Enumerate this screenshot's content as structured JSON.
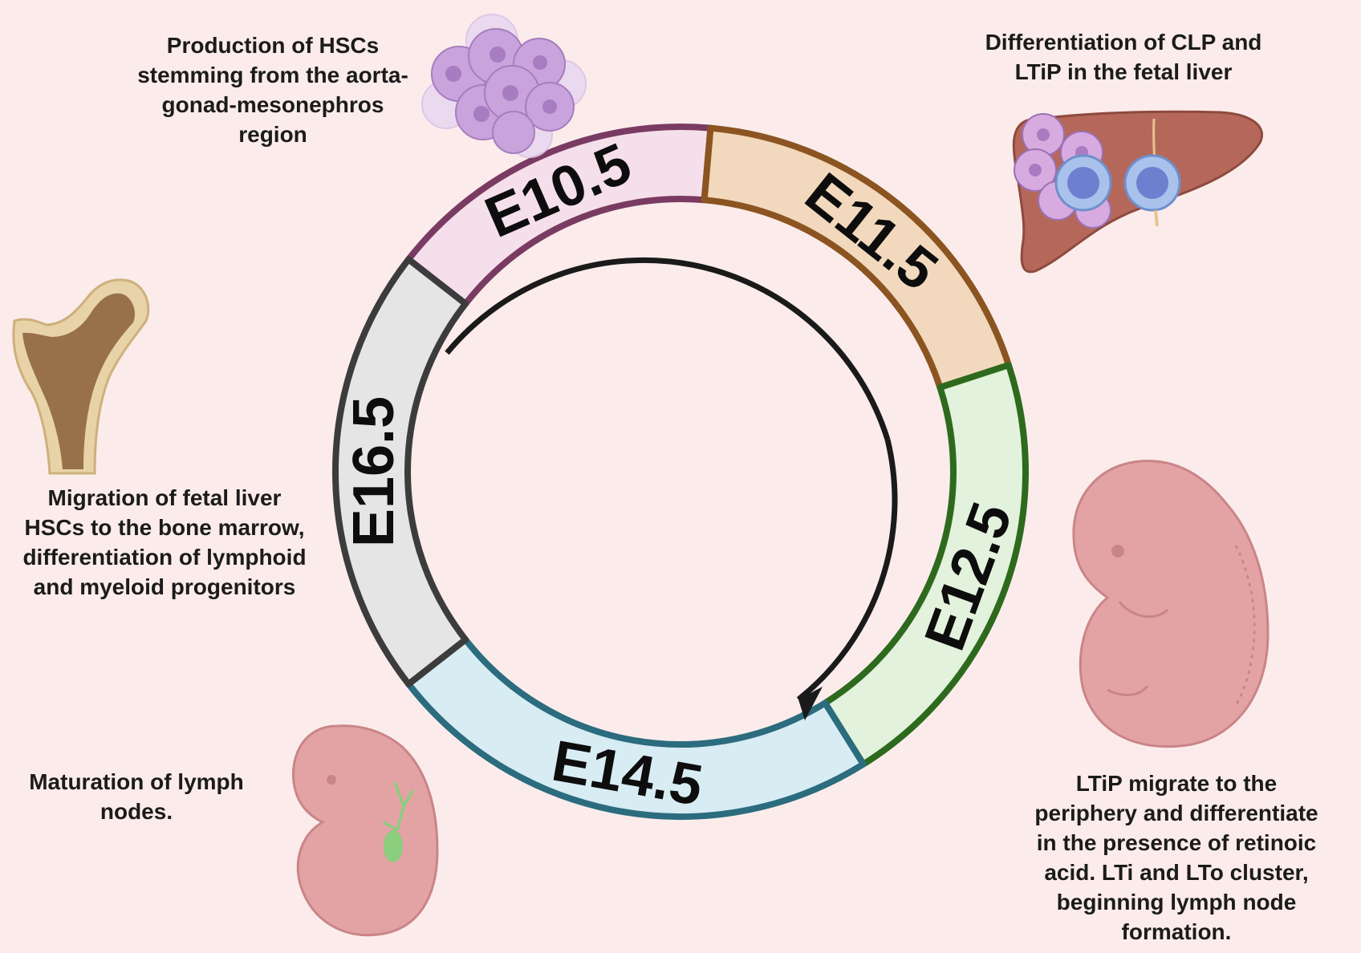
{
  "stages": [
    {
      "label": "E10.5",
      "fill": "#f5dfea",
      "stroke": "#7a3b62"
    },
    {
      "label": "E11.5",
      "fill": "#f2d9bd",
      "stroke": "#8b5421"
    },
    {
      "label": "E12.5",
      "fill": "#e2f2dc",
      "stroke": "#2e6a1e"
    },
    {
      "label": "E14.5",
      "fill": "#d8ecf4",
      "stroke": "#2b6c7e"
    },
    {
      "label": "E16.5",
      "fill": "#e5e5e5",
      "stroke": "#3c3c3c"
    }
  ],
  "captions": {
    "hsc_production": "Production of HSCs\nstemming from the aorta-\ngonad-mesonephros\nregion",
    "clp_differentiation": "Differentiation of CLP and\nLTiP in the fetal liver",
    "migration": "Migration of fetal liver\nHSCs to the bone marrow,\ndifferentiation of lymphoid\nand myeloid progenitors",
    "maturation": "Maturation of lymph\nnodes.",
    "ltip_migration": "LTiP migrate to the\nperiphery and differentiate\nin the presence of retinoic\nacid. LTi and LTo cluster,\nbeginning lymph node\nformation."
  },
  "colors": {
    "background": "#fbeceb",
    "cell_purple": "#c9a3dc",
    "liver": "#b5685a",
    "bone": "#e8d3a8",
    "embryo": "#e3a3a5",
    "lymph_green": "#7fd37a"
  },
  "icons": [
    "cell-cluster-icon",
    "liver-icon",
    "femur-bone-icon",
    "embryo-large-icon",
    "embryo-small-icon"
  ]
}
